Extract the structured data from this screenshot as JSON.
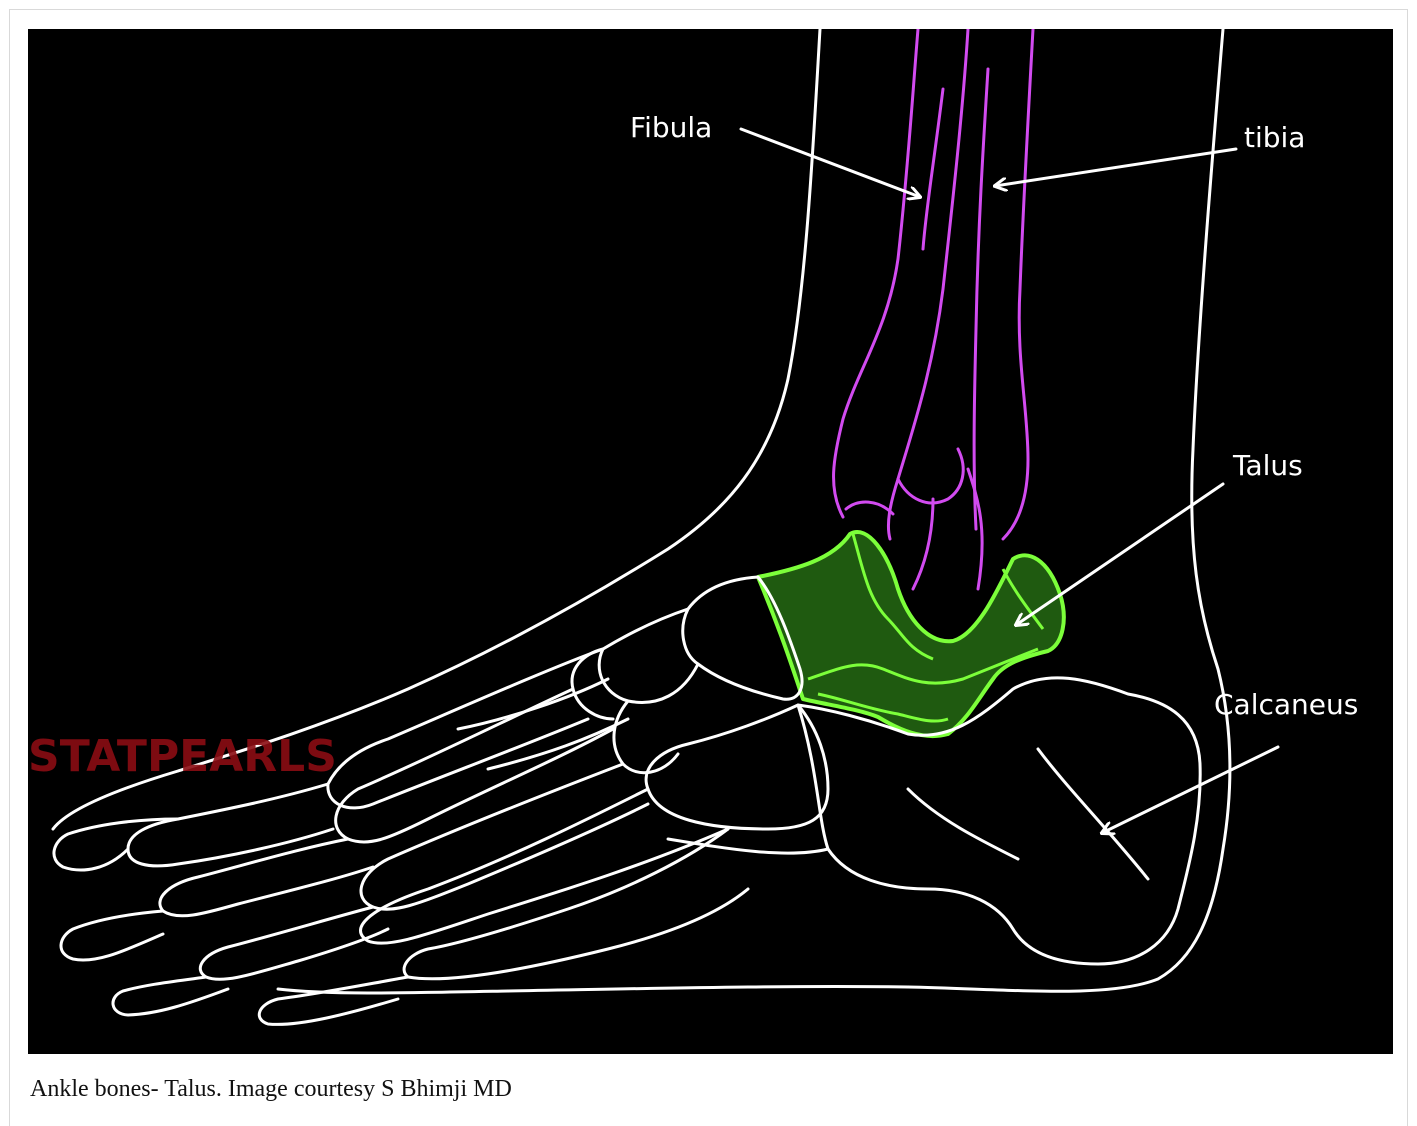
{
  "figure": {
    "labels": {
      "fibula": "Fibula",
      "tibia": "tibia",
      "talus": "Talus",
      "calcaneus": "Calcaneus"
    },
    "watermark": "STATPEARLS",
    "colors": {
      "background": "#000000",
      "outline": "#ffffff",
      "leg_bones": "#d24bf0",
      "talus_fill": "#1f5a10",
      "talus_outline": "#7cff3a",
      "watermark": "#8b0d13"
    }
  },
  "caption": "Ankle bones- Talus. Image courtesy S Bhimji MD"
}
